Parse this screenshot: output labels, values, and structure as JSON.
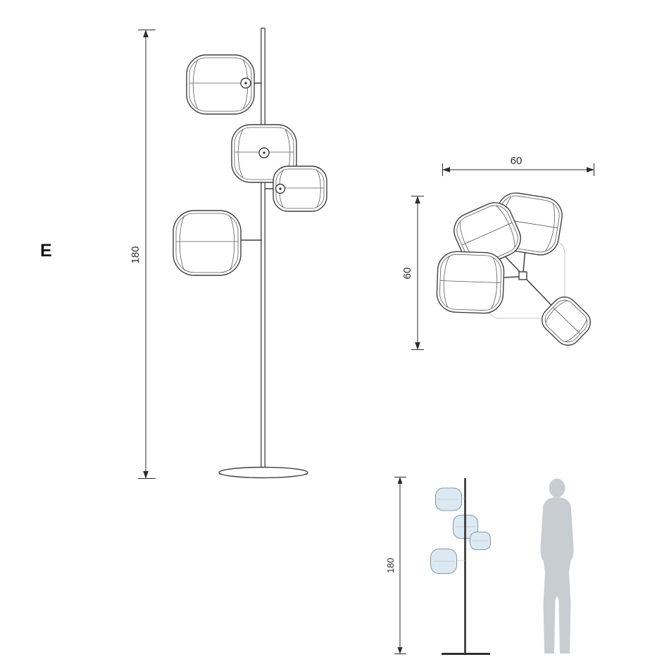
{
  "views": {
    "variant_label": "E",
    "front": {
      "height_dim": "180"
    },
    "top": {
      "width_dim": "60",
      "depth_dim": "60"
    },
    "scale": {
      "height_dim": "180"
    }
  },
  "colors": {
    "line": "#3f3f3f",
    "dimension": "#2d2d2d",
    "silhouette": "#c8cdd2",
    "scale_shade_fill": "#dde9f2",
    "scale_shade_stroke": "#7f98a8",
    "ghost_outline": "#c9c9c9",
    "background": "#ffffff"
  }
}
